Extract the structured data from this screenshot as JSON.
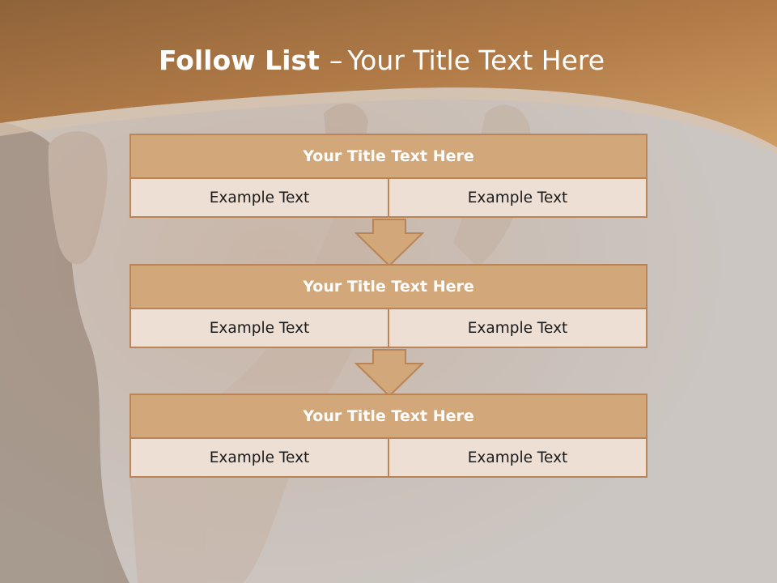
{
  "slide": {
    "title_bold": "Follow List",
    "title_dash": "–",
    "title_rest": "Your Title Text Here"
  },
  "blocks": [
    {
      "title": "Your Title Text Here",
      "left": "Example Text",
      "right": "Example Text"
    },
    {
      "title": "Your Title Text Here",
      "left": "Example Text",
      "right": "Example Text"
    },
    {
      "title": "Your Title Text Here",
      "left": "Example Text",
      "right": "Example Text"
    }
  ],
  "colors": {
    "header_band": "#b9834d",
    "block_head": "#d2a77a",
    "block_cell": "#eddfd4",
    "block_border": "#b98456"
  },
  "icons": [
    "down-arrow-icon",
    "down-arrow-icon"
  ]
}
